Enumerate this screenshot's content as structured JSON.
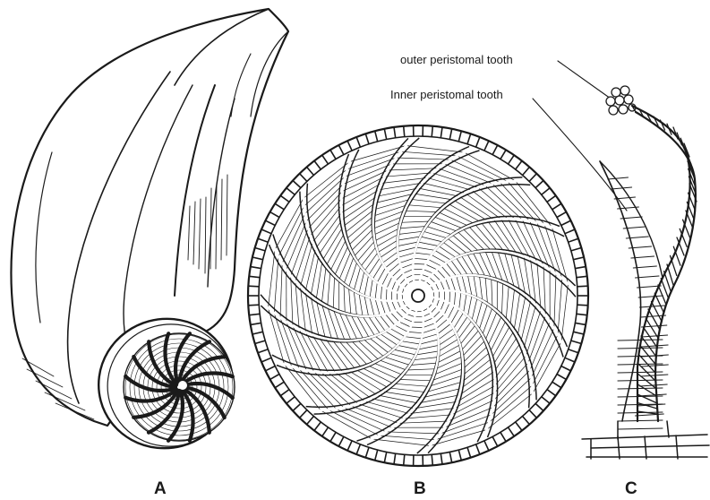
{
  "labels": {
    "outer_tooth": "outer peristomal tooth",
    "inner_tooth": "Inner peristomal tooth"
  },
  "panels": [
    {
      "letter": "A"
    },
    {
      "letter": "B"
    },
    {
      "letter": "C"
    }
  ],
  "colors": {
    "ink": "#1a1a1a",
    "paper": "#ffffff"
  }
}
